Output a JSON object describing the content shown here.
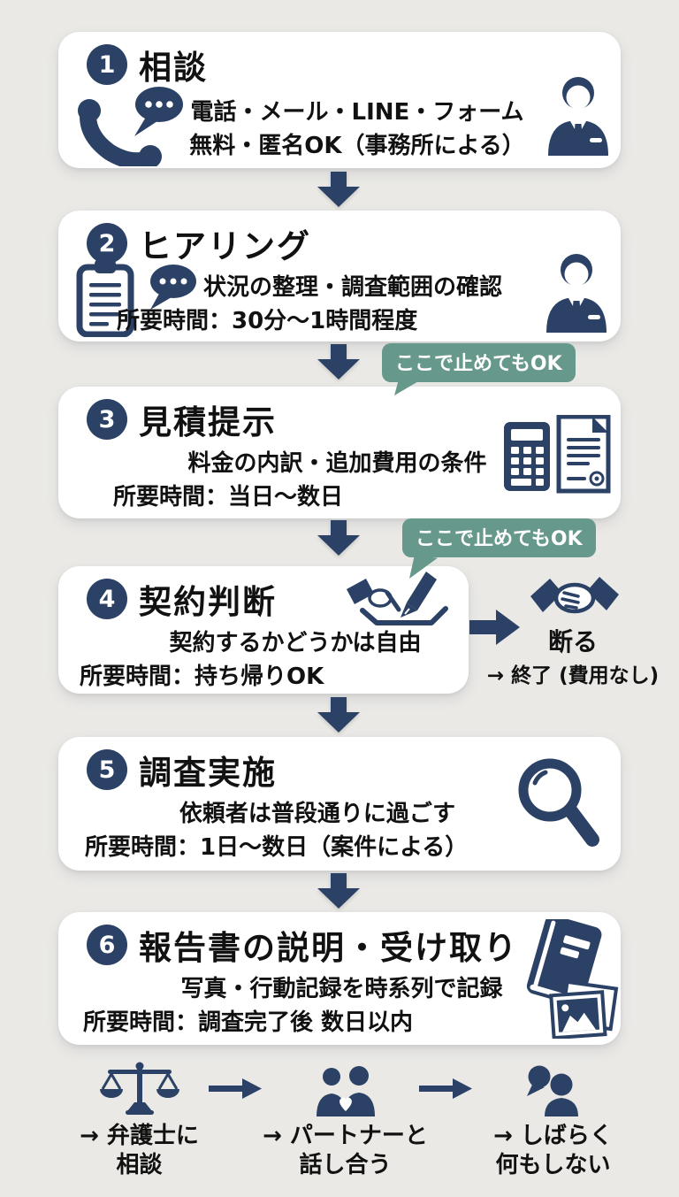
{
  "theme": {
    "bg": "#eae9e6",
    "card": "#ffffff",
    "navy": "#2b4165",
    "green": "#67988c",
    "text": "#111111"
  },
  "steps": [
    {
      "num": "1",
      "title": "相談",
      "line1": "電話・メール・LINE・フォーム",
      "line2": "無料・匿名OK（事務所による）",
      "icons": {
        "left": "phone-chat",
        "right": "consultant-person"
      }
    },
    {
      "num": "2",
      "title": "ヒアリング",
      "line1": "状況の整理・調査範囲の確認",
      "line2": "所要時間：30分〜1時間程度",
      "icons": {
        "left": "clipboard-chat",
        "right": "consultant-person"
      }
    },
    {
      "num": "3",
      "title": "見積提示",
      "line1": "料金の内訳・追加費用の条件",
      "line2": "所要時間：当日〜数日",
      "icons": {
        "right": "calculator-document"
      }
    },
    {
      "num": "4",
      "title": "契約判断",
      "line1": "契約するかどうかは自由",
      "line2": "所要時間：持ち帰りOK",
      "icons": {
        "right": "contract-signing"
      }
    },
    {
      "num": "5",
      "title": "調査実施",
      "line1": "依頼者は普段通りに過ごす",
      "line2": "所要時間：1日〜数日（案件による）",
      "icons": {
        "right": "magnifier"
      }
    },
    {
      "num": "6",
      "title": "報告書の説明・受け取り",
      "line1": "写真・行動記録を時系列で記録",
      "line2": "所要時間：調査完了後 数日以内",
      "icons": {
        "right": "report-book-photos"
      }
    }
  ],
  "stop_bubbles": [
    "ここで止めてもOK",
    "ここで止めてもOK"
  ],
  "decline": {
    "icon": "handshake",
    "label": "断る",
    "result": "→ 終了 (費用なし)"
  },
  "alternatives": [
    {
      "icon": "scales",
      "line1": "→ 弁護士に",
      "line2": "相談"
    },
    {
      "icon": "couple-heart",
      "line1": "→ パートナーと",
      "line2": "話し合う"
    },
    {
      "icon": "person-silent",
      "line1": "→ しばらく",
      "line2": "何もしない"
    }
  ]
}
